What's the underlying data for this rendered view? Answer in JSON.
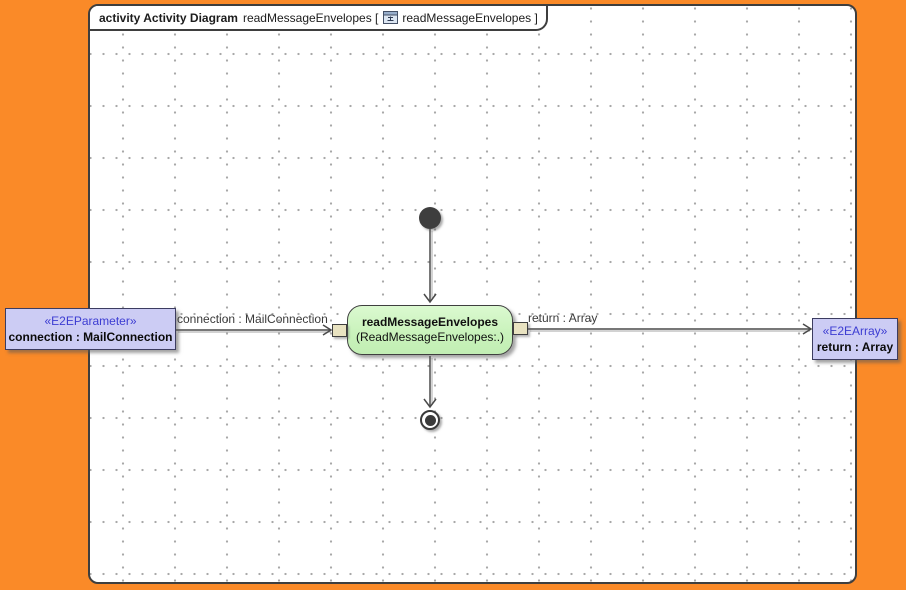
{
  "frame": {
    "tab": {
      "keyword": "activity Activity Diagram",
      "diagram_name": "readMessageEnvelopes [",
      "icon": "activity-diagram-icon",
      "context_name": "readMessageEnvelopes ]"
    }
  },
  "action_node": {
    "name": "readMessageEnvelopes",
    "behavior": "(ReadMessageEnvelopes:.)"
  },
  "parameter_nodes": {
    "left": {
      "stereotype": "«E2EParameter»",
      "label": "connection : MailConnection"
    },
    "right": {
      "stereotype": "«E2EArray»",
      "label": "return : Array"
    }
  },
  "edge_labels": {
    "input": "connection : MailConnection",
    "output": "return : Array"
  },
  "colors": {
    "background_orange": "#FA8A28",
    "canvas_white": "#FFFFFF",
    "grid_dot_gray": "#A8A8A8",
    "action_fill_green": "#C8F2BA",
    "parameter_fill_lavender": "#CCCCF4",
    "pin_fill_beige": "#E9E3C1",
    "stereotype_text_blue": "#3C3CD2",
    "node_border_dark": "#3F3F3F",
    "edge_line_dark": "#4A4A4A"
  }
}
